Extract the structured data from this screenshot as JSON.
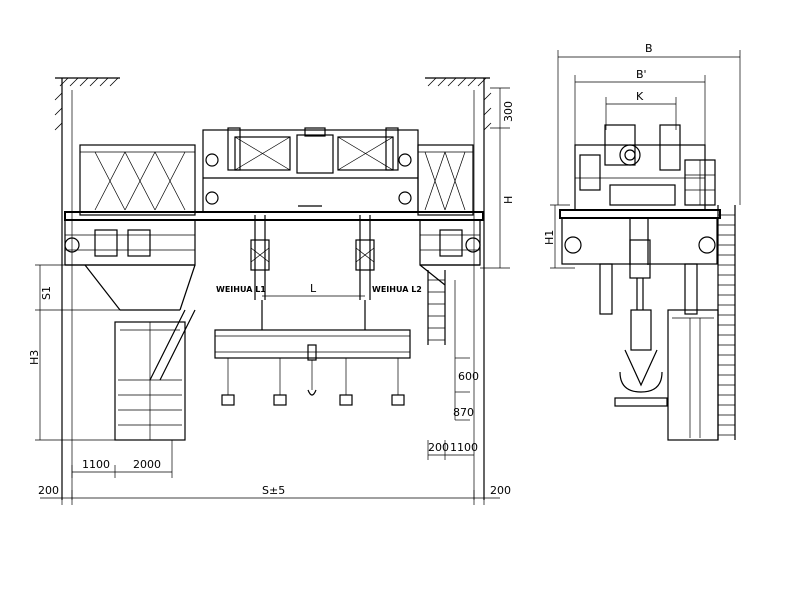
{
  "front_view": {
    "dimensions": {
      "dim_200_left": "200",
      "dim_span": "S±5",
      "dim_200_right": "200",
      "dim_1100_left": "1100",
      "dim_2000": "2000",
      "dim_200_inner_right": "200",
      "dim_1100_right": "1100",
      "dim_870": "870",
      "dim_600": "600",
      "dim_300": "300",
      "dim_H": "H",
      "dim_S1": "S1",
      "dim_H3": "H3",
      "dim_L": "L"
    },
    "labels": {
      "hook_left": "WEIHUA L1",
      "hook_right": "WEIHUA L2"
    }
  },
  "side_view": {
    "dimensions": {
      "dim_B": "B",
      "dim_B_prime": "B'",
      "dim_K": "K",
      "dim_H1": "H1"
    }
  }
}
